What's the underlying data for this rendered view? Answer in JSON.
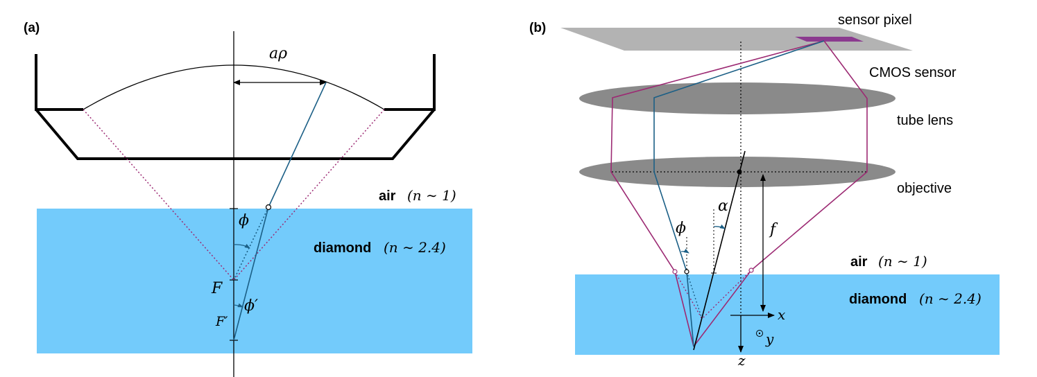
{
  "colors": {
    "diamond": "#73cbfb",
    "ray_blue": "#1b5f86",
    "ray_magenta": "#9c2a73",
    "lens_gray": "#8a8a8a",
    "sensor_gray": "#b3b3b3",
    "pixel_purple": "#8b3a8f",
    "line": "#000000"
  },
  "panel_a": {
    "label": "(a)",
    "arc_label": "aρ",
    "phi": "ϕ",
    "phi_prime": "ϕ′",
    "F": "F",
    "F_prime": "F′",
    "air_word": "air",
    "air_index": "(n ∼ 1)",
    "diamond_word": "diamond",
    "diamond_index": "(n ∼ 2.4)"
  },
  "panel_b": {
    "label": "(b)",
    "sensor_pixel": "sensor pixel",
    "cmos_sensor": "CMOS sensor",
    "tube_lens": "tube lens",
    "objective": "objective",
    "phi": "ϕ",
    "alpha": "α",
    "f": "f",
    "air_word": "air",
    "air_index": "(n ∼ 1)",
    "diamond_word": "diamond",
    "diamond_index": "(n ∼ 2.4)",
    "x": "x",
    "y": "y",
    "z": "z"
  }
}
